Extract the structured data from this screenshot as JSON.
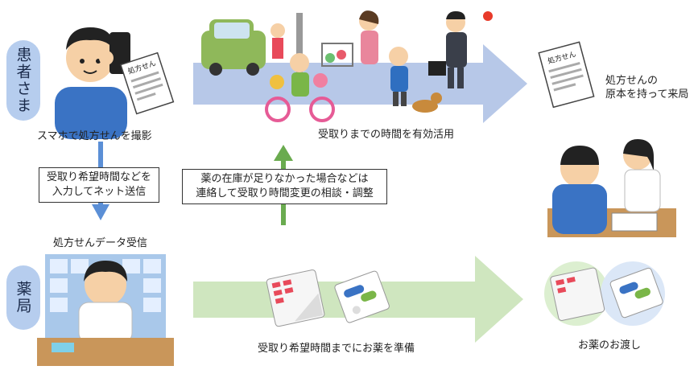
{
  "lanes": {
    "patient": "患者さま",
    "pharmacy": "薬局"
  },
  "labels": {
    "photo": "スマホで処方せんを撮影",
    "input_line1": "受取り希望時間などを",
    "input_line2": "入力してネット送信",
    "receive": "処方せんデータ受信",
    "use_time": "受取りまでの時間を有効活用",
    "stock_line1": "薬の在庫が足りなかった場合などは",
    "stock_line2": "連絡して受取り時間変更の相談・調整",
    "bring_line1": "処方せんの",
    "bring_line2": "原本を持って来局",
    "prepare": "受取り希望時間までにお薬を準備",
    "handover": "お薬のお渡し"
  },
  "illustration_text": {
    "prescription": "処方せん"
  },
  "colors": {
    "patient_arrow": "#b7c8e8",
    "pharmacy_arrow": "#cfe6bf",
    "up_arrow": "#6aab4f",
    "down_arrow": "#5b8fd6",
    "lane_pill": "#b6cdee"
  }
}
